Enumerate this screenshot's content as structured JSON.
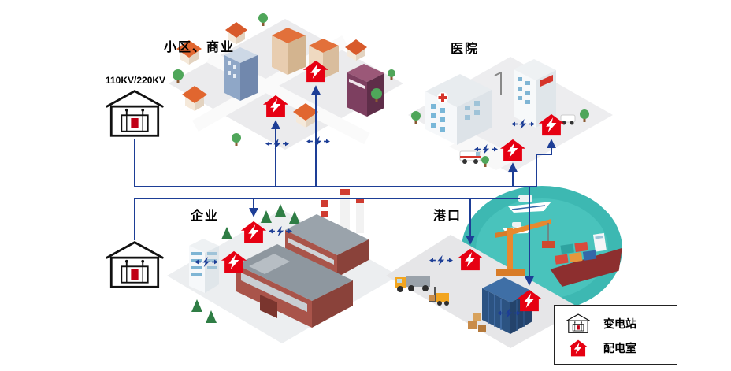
{
  "diagram": {
    "voltage_label": "110KV/220KV",
    "areas": [
      {
        "id": "residential_commercial",
        "label": "小区、商业"
      },
      {
        "id": "hospital",
        "label": "医院"
      },
      {
        "id": "enterprise",
        "label": "企业"
      },
      {
        "id": "port",
        "label": "港口"
      }
    ]
  },
  "legend": {
    "substation": "变电站",
    "distribution": "配电室"
  },
  "icons": {
    "substation": "substation-house-icon",
    "distribution": "red-house-lightning-icon",
    "link": "blue-lightning-transfer-icon",
    "arrow": "blue-arrowhead"
  },
  "colors": {
    "wire_blue": "#1d3e96",
    "distribution_red": "#e60012",
    "water_teal": "#3db8b2",
    "roof_orange": "#e1662f",
    "brick_red": "#a9544a",
    "background": "#ffffff"
  }
}
